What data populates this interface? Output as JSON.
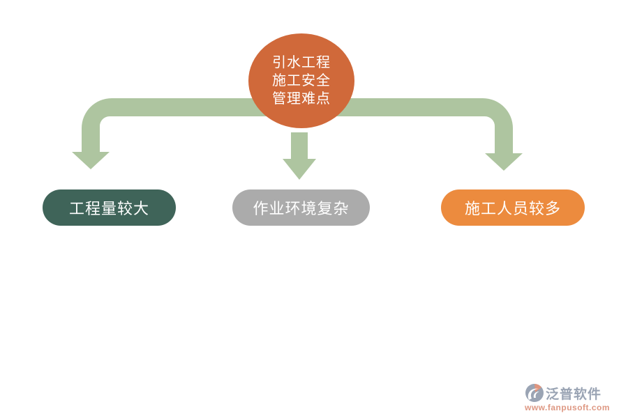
{
  "diagram": {
    "title_node": {
      "lines": [
        "引水工程",
        "施工安全",
        "管理难点"
      ],
      "color": "#D0693A"
    },
    "branches": [
      {
        "label": "工程量较大",
        "color": "#3F6459"
      },
      {
        "label": "作业环境复杂",
        "color": "#ABABAB"
      },
      {
        "label": "施工人员较多",
        "color": "#EC8B3E"
      }
    ],
    "arrow_color": "#AEC5A0"
  },
  "watermark": {
    "brand": "泛普软件",
    "url": "www.fanpusoft.com",
    "brand_color": "#9AA4B4",
    "url_color": "#DE9883",
    "logo_accent": "#E0957E"
  }
}
